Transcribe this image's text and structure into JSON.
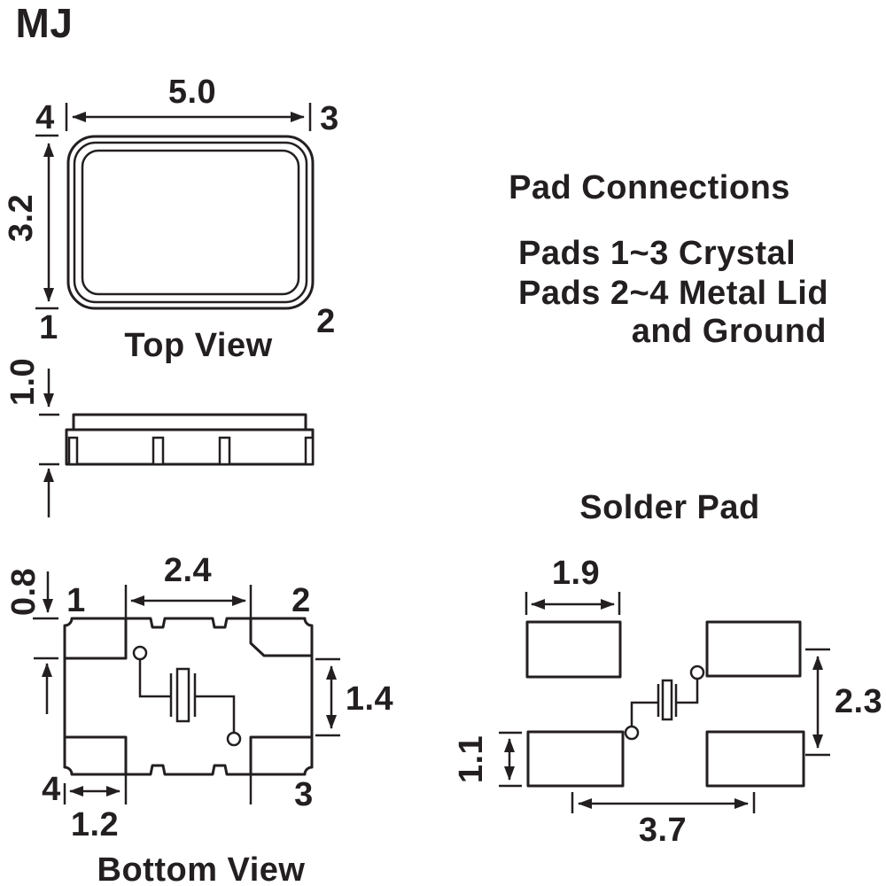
{
  "title": "MJ",
  "top_view": {
    "caption": "Top View",
    "width": "5.0",
    "height": "3.2",
    "pad_top_left": "4",
    "pad_top_right": "3",
    "pad_bottom_left": "1",
    "pad_bottom_right": "2"
  },
  "side_view": {
    "height": "1.0"
  },
  "pad_connections": {
    "title": "Pad Connections",
    "line1": "Pads 1~3 Crystal",
    "line2": "Pads 2~4 Metal Lid",
    "line3": "and Ground"
  },
  "bottom_view": {
    "caption": "Bottom View",
    "pad_height": "0.8",
    "pad_gap": "2.4",
    "inner_gap": "1.4",
    "pad_width": "1.2",
    "pad_top_left": "1",
    "pad_top_right": "2",
    "pad_bottom_right": "3",
    "pad_bottom_left": "4"
  },
  "solder_pad": {
    "title": "Solder Pad",
    "pad_width": "1.9",
    "pad_height": "1.1",
    "row_pitch": "2.3",
    "col_pitch": "3.7"
  },
  "colors": {
    "line": "#231f20",
    "background": "#ffffff"
  }
}
